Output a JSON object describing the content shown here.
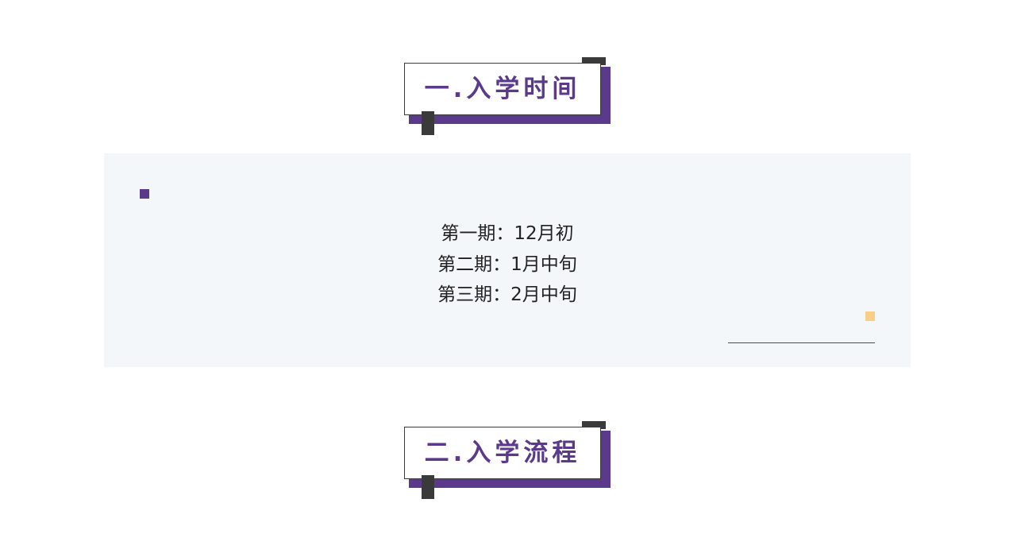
{
  "sections": [
    {
      "title": "一.入学时间"
    },
    {
      "title": "二.入学流程"
    }
  ],
  "schedule": {
    "items": [
      "第一期：12月初",
      "第二期：1月中旬",
      "第三期：2月中旬"
    ]
  },
  "colors": {
    "accent": "#5b3a8b",
    "dark": "#3a3a3a",
    "panel_bg": "#f4f7fa",
    "highlight": "#f9cf88"
  }
}
